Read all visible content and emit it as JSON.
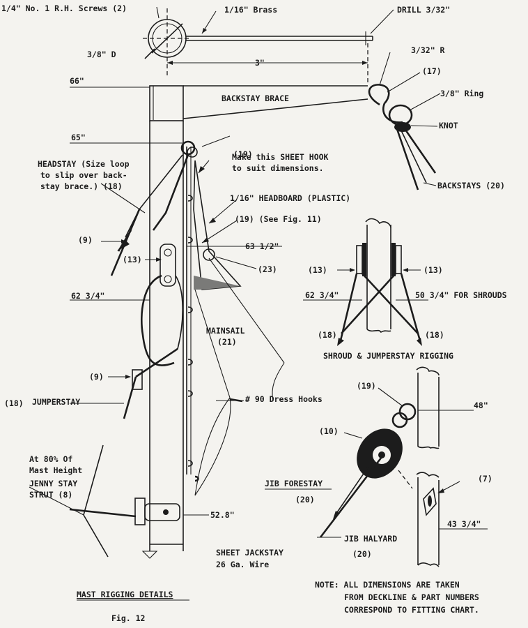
{
  "labels": {
    "screws": "1/4\" No. 1 R.H. Screws (2)",
    "brass": "1/16\" Brass",
    "drill": "DRILL 3/32\"",
    "d38": "3/8\" D",
    "r332": "3/32\" R",
    "n17": "(17)",
    "ring": "3/8\" Ring",
    "knot": "KNOT",
    "backstay": "BACKSTAYS (20)",
    "three": "3\"",
    "h66": "66\"",
    "backstay_brace": "BACKSTAY BRACE",
    "h65": "65\"",
    "n19a": "(19)",
    "sheet_hook_1": "Make this SHEET HOOK",
    "sheet_hook_2": "to suit dimensions.",
    "headstay_1": "HEADSTAY (Size loop",
    "headstay_2": "to slip over back-",
    "headstay_3": "stay brace.) (18)",
    "headboard": "1/16\" HEADBOARD (PLASTIC)",
    "n19b": "(19) (See Fig. 11)",
    "n9a": "(9)",
    "n13a": "(13)",
    "h63": "63 1/2\"",
    "n23": "(23)",
    "h62a": "62 3/4\"",
    "mainsail_1": "MAINSAIL",
    "mainsail_2": "(21)",
    "n9b": "(9)",
    "n18a": "(18)",
    "jumperstay": "JUMPERSTAY",
    "dress_hooks": "# 90 Dress Hooks",
    "n13b": "(13)",
    "n13c": "(13)",
    "h62b": "62 3/4\"",
    "shrouds": "50 3/4\" FOR SHROUDS",
    "n18b": "(18)",
    "n18c": "(18)",
    "shroud_caption": "SHROUD & JUMPERSTAY RIGGING",
    "n19c": "(19)",
    "h48": "48\"",
    "n10": "(10)",
    "n7": "(7)",
    "jenny_1": "At 80% Of",
    "jenny_2": "Mast Height",
    "jenny_3": "JENNY STAY",
    "jenny_4": "STRUT (8)",
    "jib_forestay": "JIB FORESTAY",
    "n20a": "(20)",
    "h528": "52.8\"",
    "jib_halyard": "JIB HALYARD",
    "n20b": "(20)",
    "h43": "43 3/4\"",
    "jackstay_1": "SHEET JACKSTAY",
    "jackstay_2": "26 Ga. Wire",
    "note_1": "NOTE: ALL DIMENSIONS ARE TAKEN",
    "note_2": "FROM DECKLINE & PART NUMBERS",
    "note_3": "CORRESPOND TO FITTING CHART.",
    "title": "MAST RIGGING DETAILS",
    "fig": "Fig. 12"
  },
  "colors": {
    "ink": "#1c1c1c",
    "paper": "#f4f3ef",
    "grey": "#7a7a78"
  }
}
